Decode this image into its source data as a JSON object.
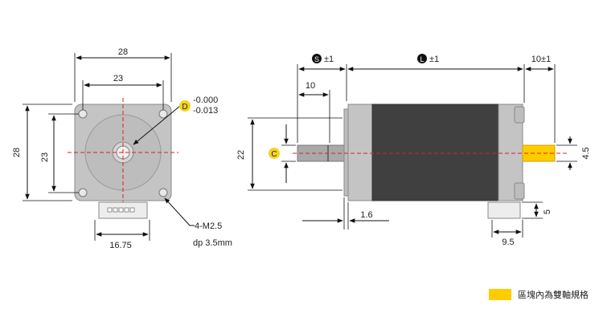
{
  "colors": {
    "body_dark": "#404040",
    "flange_gray": "#c4c4c4",
    "face_gray": "#bdbdbd",
    "disc_gray": "#9e9e9e",
    "shaft_gray": "#a9a9a9",
    "shaft_yellow": "#ffcc00",
    "centerline_red": "#e0201b",
    "callout_yellow": "#f7d21e"
  },
  "front_view": {
    "dim_overall_width": "28",
    "dim_hole_spacing_x": "23",
    "dim_overall_height": "28",
    "dim_hole_spacing_y": "23",
    "dim_connector": "16.75",
    "diameter_callout": "D",
    "diameter_tol_upper": "-0.000",
    "diameter_tol_lower": "-0.013",
    "holes_spec": "4-M2.5",
    "holes_depth": "dp 3.5mm"
  },
  "side_view": {
    "s_label": "S",
    "s_tolerance": "±1",
    "l_label": "L",
    "l_tolerance": "±1",
    "rear_shaft_length": "10±1",
    "flat_length": "10",
    "flange_height": "22",
    "c_label": "C",
    "pilot_thickness": "1.6",
    "rear_shaft_diameter": "4.5",
    "connector_height": "5",
    "connector_depth": "9.5"
  },
  "legend": {
    "color": "#ffcc00",
    "text": "區塊內為雙軸規格"
  }
}
